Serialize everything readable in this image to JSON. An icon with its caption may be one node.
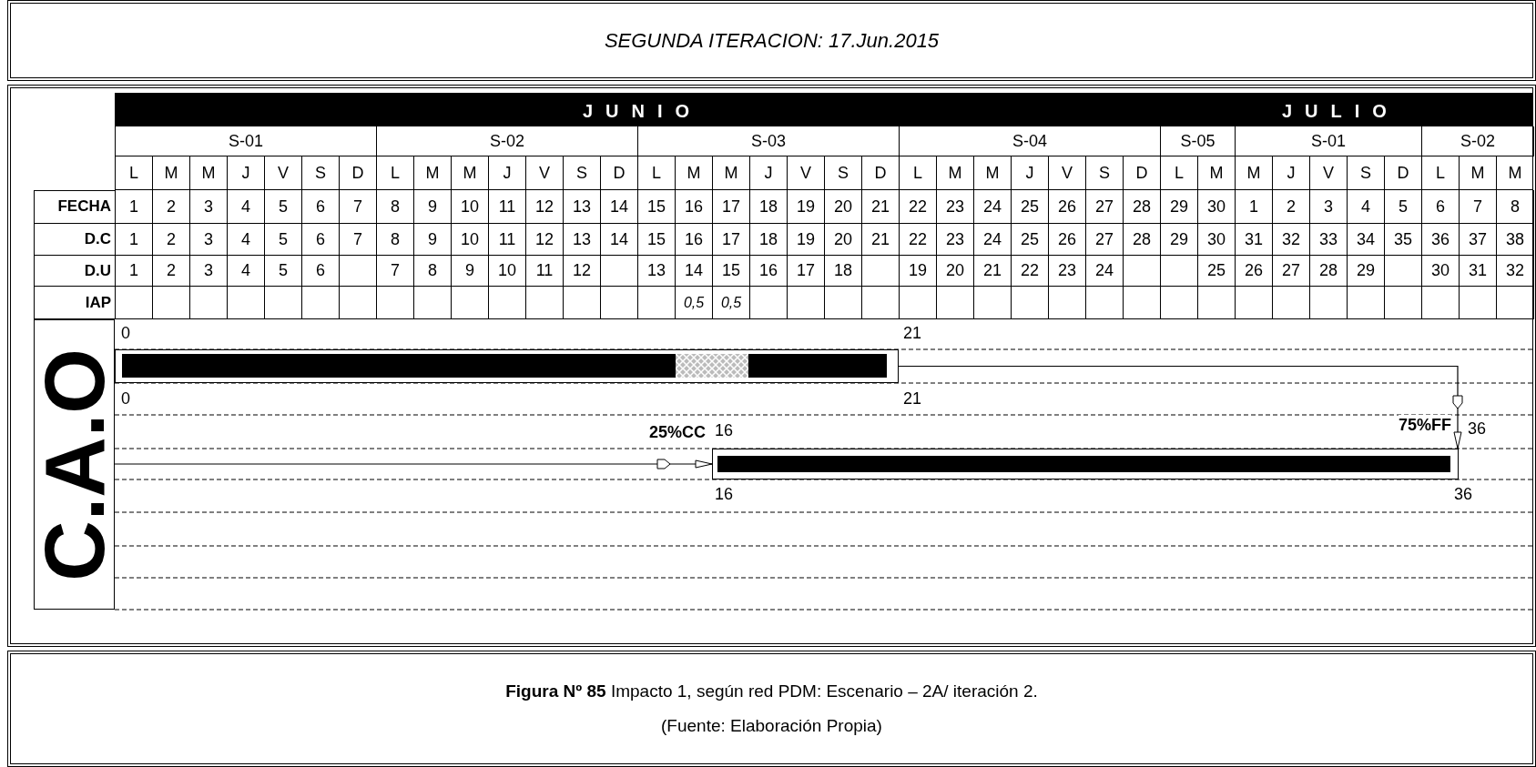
{
  "diagram": {
    "title": "SEGUNDA ITERACION: 17.Jun.2015",
    "caption": "**Figura Nº 85** Impacto 1, según red PDM: Escenario – 2A/ iteración 2.",
    "nodes": [
      {
        "text": [
          "C.A.O"
        ]
      },
      {
        "text": [],
        "shape": "bar",
        "beside": [
          "0",
          "21",
          "0",
          "21"
        ]
      },
      {
        "text": [],
        "shape": "bar",
        "beside": [
          "16",
          "36",
          "16",
          "36"
        ]
      }
    ],
    "edges": [
      {
        "from": 0,
        "to": 2,
        "arrow": "to",
        "label": "25%CC"
      },
      {
        "from": 1,
        "to": 2,
        "arrow": "to",
        "label": "75%FF"
      }
    ],
    "labels": [
      "JUNIO",
      "JULIO",
      "S-01",
      "S-02",
      "S-03",
      "S-04",
      "S-05",
      "S-01",
      "S-02",
      "L",
      "M",
      "M",
      "J",
      "V",
      "S",
      "D",
      "L",
      "M",
      "M",
      "J",
      "V",
      "S",
      "D",
      "L",
      "M",
      "M",
      "J",
      "V",
      "S",
      "D",
      "L",
      "M",
      "M",
      "J",
      "V",
      "S",
      "D",
      "L",
      "M",
      "M",
      "J",
      "V",
      "S",
      "D",
      "L",
      "M",
      "M",
      "FECHA",
      "1",
      "2",
      "3",
      "4",
      "5",
      "6",
      "7",
      "8",
      "9",
      "10",
      "11",
      "12",
      "13",
      "14",
      "15",
      "16",
      "17",
      "18",
      "19",
      "20",
      "21",
      "22",
      "23",
      "24",
      "25",
      "26",
      "27",
      "28",
      "29",
      "30",
      "1",
      "2",
      "3",
      "4",
      "5",
      "6",
      "7",
      "8",
      "D.C",
      "1",
      "2",
      "3",
      "4",
      "5",
      "6",
      "7",
      "8",
      "9",
      "10",
      "11",
      "12",
      "13",
      "14",
      "15",
      "16",
      "17",
      "18",
      "19",
      "20",
      "21",
      "22",
      "23",
      "24",
      "25",
      "26",
      "27",
      "28",
      "29",
      "30",
      "31",
      "32",
      "33",
      "34",
      "35",
      "36",
      "37",
      "38",
      "D.U",
      "1",
      "2",
      "3",
      "4",
      "5",
      "6",
      "7",
      "8",
      "9",
      "10",
      "11",
      "12",
      "13",
      "14",
      "15",
      "16",
      "17",
      "18",
      "19",
      "20",
      "21",
      "22",
      "23",
      "24",
      "25",
      "26",
      "27",
      "28",
      "29",
      "30",
      "31",
      "32",
      "IAP",
      "0,5",
      "0,5",
      "(Fuente: Elaboración Propia)"
    ]
  }
}
